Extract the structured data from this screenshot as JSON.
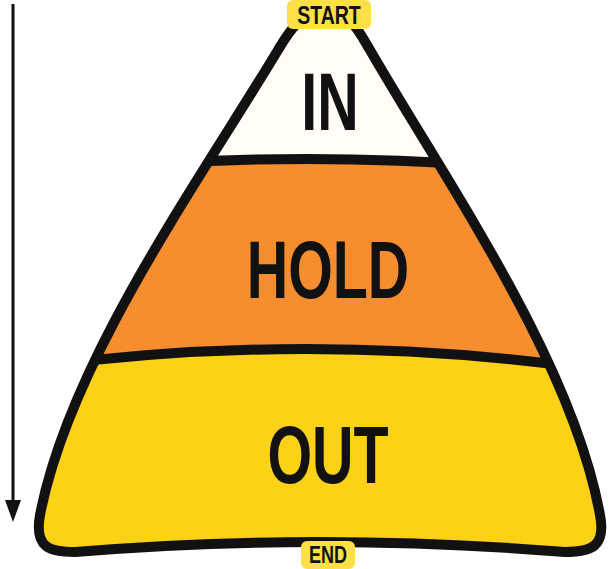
{
  "diagram": {
    "nodes": [
      {
        "text": [
          "START"
        ]
      },
      {
        "text": [
          "IN"
        ]
      },
      {
        "text": [
          "HOLD"
        ]
      },
      {
        "text": [
          "OUT"
        ]
      },
      {
        "text": [
          "END"
        ]
      }
    ]
  }
}
